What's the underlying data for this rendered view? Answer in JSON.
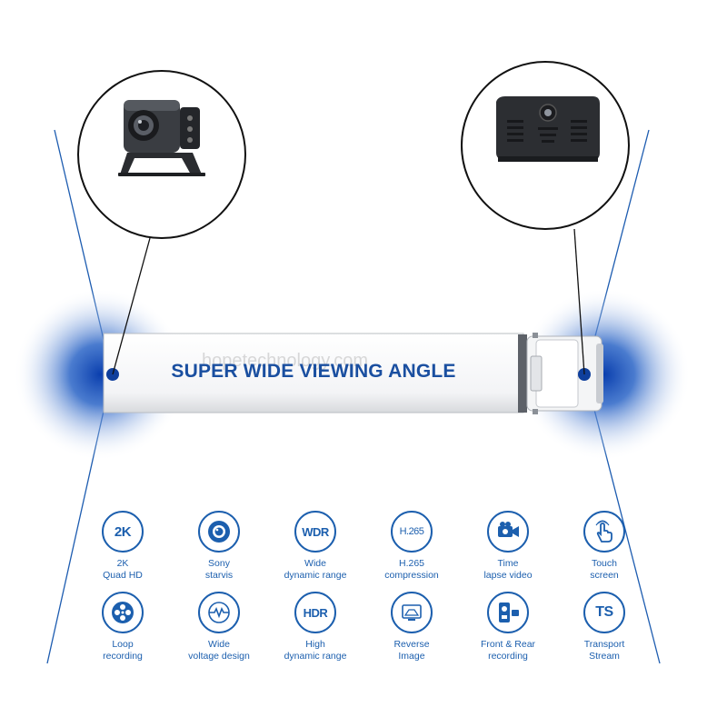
{
  "headline": "SUPER WIDE VIEWING ANGLE",
  "watermark": "hopetechnology.com",
  "colors": {
    "accent": "#1c5fae",
    "headline": "#1a4fa0",
    "glow": "#0d47b5"
  },
  "callouts": [
    {
      "name": "rear-camera",
      "icon": "rear-camera-icon"
    },
    {
      "name": "dash-monitor",
      "icon": "monitor-icon"
    }
  ],
  "features": [
    [
      {
        "icon": "2k-icon",
        "glyph": "2K",
        "line1": "2K",
        "line2": "Quad HD"
      },
      {
        "icon": "sensor-icon",
        "glyph": "",
        "line1": "Sony",
        "line2": "starvis"
      },
      {
        "icon": "wdr-icon",
        "glyph": "WDR",
        "line1": "Wide",
        "line2": "dynamic range"
      },
      {
        "icon": "h265-icon",
        "glyph": "H.265",
        "line1": "H.265",
        "line2": "compression"
      },
      {
        "icon": "video-camera-icon",
        "glyph": "",
        "line1": "Time",
        "line2": "lapse video"
      },
      {
        "icon": "touch-hand-icon",
        "glyph": "",
        "line1": "Touch",
        "line2": "screen"
      }
    ],
    [
      {
        "icon": "loop-reel-icon",
        "glyph": "",
        "line1": "Loop",
        "line2": "recording"
      },
      {
        "icon": "voltage-wave-icon",
        "glyph": "",
        "line1": "Wide",
        "line2": "voltage design"
      },
      {
        "icon": "hdr-icon",
        "glyph": "HDR",
        "line1": "High",
        "line2": "dynamic range"
      },
      {
        "icon": "reverse-screen-icon",
        "glyph": "",
        "line1": "Reverse",
        "line2": "Image"
      },
      {
        "icon": "dual-camera-icon",
        "glyph": "",
        "line1": "Front & Rear",
        "line2": "recording"
      },
      {
        "icon": "ts-icon",
        "glyph": "TS",
        "line1": "Transport",
        "line2": "Stream"
      }
    ]
  ]
}
